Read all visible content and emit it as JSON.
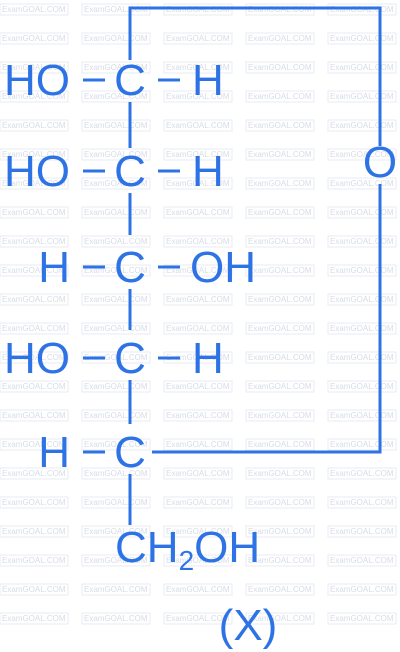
{
  "watermark": "ExamGOAL.COM",
  "color": "#2e73e6",
  "rows": [
    {
      "left": "HO",
      "center": "C",
      "right": "H"
    },
    {
      "left": "HO",
      "center": "C",
      "right": "H"
    },
    {
      "left": "H",
      "center": "C",
      "right": "OH"
    },
    {
      "left": "HO",
      "center": "C",
      "right": "H"
    },
    {
      "left": "H",
      "center": "C",
      "right": ""
    }
  ],
  "ring_oxygen": "O",
  "ch2oh": {
    "main": "CH",
    "sub": "2",
    "tail": "OH"
  },
  "compound_label": "(X)"
}
